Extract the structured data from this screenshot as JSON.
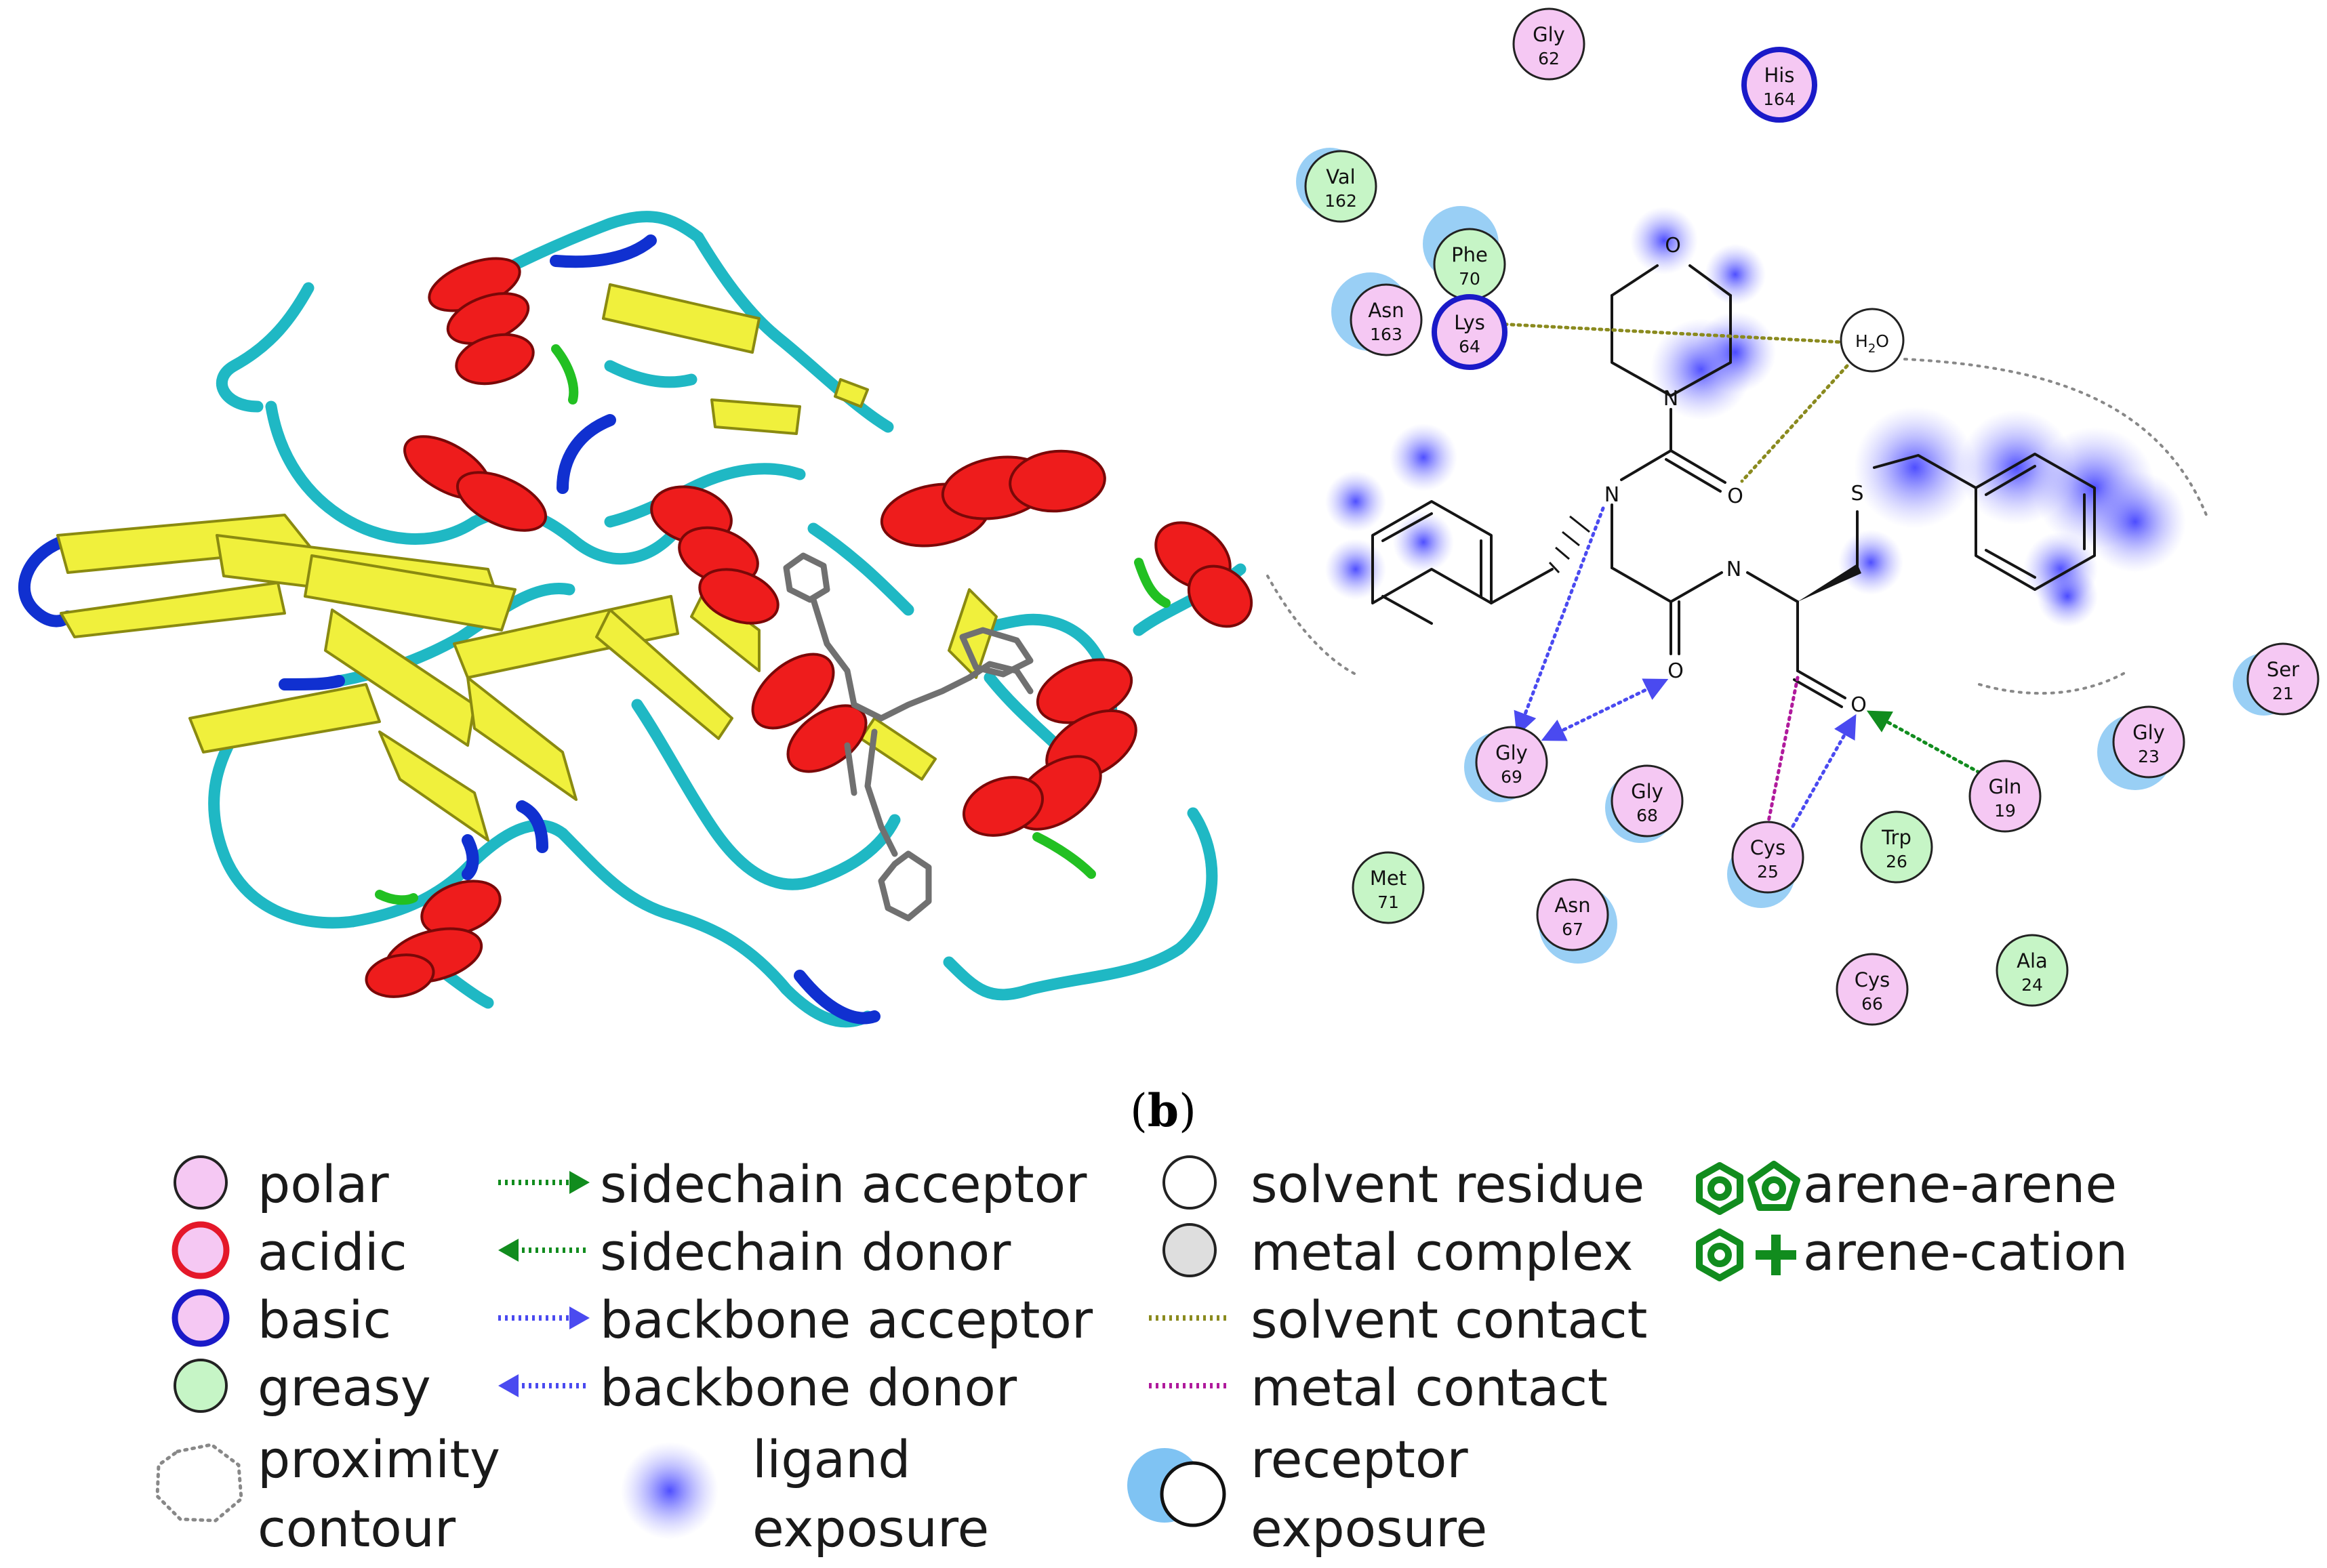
{
  "caption": {
    "open": "(",
    "letter": "b",
    "close": ")"
  },
  "colors": {
    "polar": "#f5c8f3",
    "acidic": "#e4182a",
    "basic": "#1a1ac8",
    "greasy": "#c6f5c6",
    "helix": "#ee1c1c",
    "strand": "#f0f03c",
    "coil": "#1fb8c4",
    "turn_blue": "#1030d0",
    "turn_green": "#22c022",
    "ligand_exposure": "#3a3aff",
    "receptor_exposure": "#7fc3f3",
    "sidechain_arrow": "#118c1e",
    "backbone_arrow": "#4a4af0",
    "solvent_contact": "#8a8a1e",
    "metal_contact": "#b01a9c",
    "proximity": "#888888"
  },
  "residues": [
    {
      "id": "gly62",
      "name": "Gly",
      "num": "62",
      "type": "polar"
    },
    {
      "id": "his164",
      "name": "His",
      "num": "164",
      "type": "basic"
    },
    {
      "id": "val162",
      "name": "Val",
      "num": "162",
      "type": "greasy"
    },
    {
      "id": "phe70",
      "name": "Phe",
      "num": "70",
      "type": "greasy"
    },
    {
      "id": "asn163",
      "name": "Asn",
      "num": "163",
      "type": "polar"
    },
    {
      "id": "lys64",
      "name": "Lys",
      "num": "64",
      "type": "basic"
    },
    {
      "id": "gly69",
      "name": "Gly",
      "num": "69",
      "type": "polar"
    },
    {
      "id": "gly68",
      "name": "Gly",
      "num": "68",
      "type": "polar"
    },
    {
      "id": "met71",
      "name": "Met",
      "num": "71",
      "type": "greasy"
    },
    {
      "id": "asn67",
      "name": "Asn",
      "num": "67",
      "type": "polar"
    },
    {
      "id": "cys25",
      "name": "Cys",
      "num": "25",
      "type": "polar"
    },
    {
      "id": "trp26",
      "name": "Trp",
      "num": "26",
      "type": "greasy"
    },
    {
      "id": "gln19",
      "name": "Gln",
      "num": "19",
      "type": "polar"
    },
    {
      "id": "gly23",
      "name": "Gly",
      "num": "23",
      "type": "polar"
    },
    {
      "id": "ser21",
      "name": "Ser",
      "num": "21",
      "type": "polar"
    },
    {
      "id": "cys66",
      "name": "Cys",
      "num": "66",
      "type": "polar"
    },
    {
      "id": "ala24",
      "name": "Ala",
      "num": "24",
      "type": "greasy"
    }
  ],
  "solvent": {
    "h": "H",
    "sub": "2",
    "o": "O"
  },
  "atoms": {
    "o_morph": "O",
    "n_morph": "N",
    "n1": "N",
    "o_carb": "O",
    "n2": "N",
    "s": "S",
    "o3": "O",
    "o4": "O"
  },
  "legend": [
    {
      "id": "polar",
      "label": "polar"
    },
    {
      "id": "acidic",
      "label": "acidic"
    },
    {
      "id": "basic",
      "label": "basic"
    },
    {
      "id": "greasy",
      "label": "greasy"
    },
    {
      "id": "proximity-1",
      "label": "proximity"
    },
    {
      "id": "proximity-2",
      "label": "contour"
    },
    {
      "id": "sidechain-acceptor",
      "label": "sidechain acceptor"
    },
    {
      "id": "sidechain-donor",
      "label": "sidechain donor"
    },
    {
      "id": "backbone-acceptor",
      "label": "backbone acceptor"
    },
    {
      "id": "backbone-donor",
      "label": "backbone donor"
    },
    {
      "id": "ligand-exposure-1",
      "label": "ligand"
    },
    {
      "id": "ligand-exposure-2",
      "label": "exposure"
    },
    {
      "id": "solvent-residue",
      "label": "solvent residue"
    },
    {
      "id": "metal-complex",
      "label": "metal complex"
    },
    {
      "id": "solvent-contact",
      "label": "solvent contact"
    },
    {
      "id": "metal-contact",
      "label": "metal contact"
    },
    {
      "id": "receptor-exposure-1",
      "label": "receptor"
    },
    {
      "id": "receptor-exposure-2",
      "label": "exposure"
    },
    {
      "id": "arene-arene",
      "label": "arene-arene"
    },
    {
      "id": "arene-cation",
      "label": "arene-cation"
    }
  ]
}
